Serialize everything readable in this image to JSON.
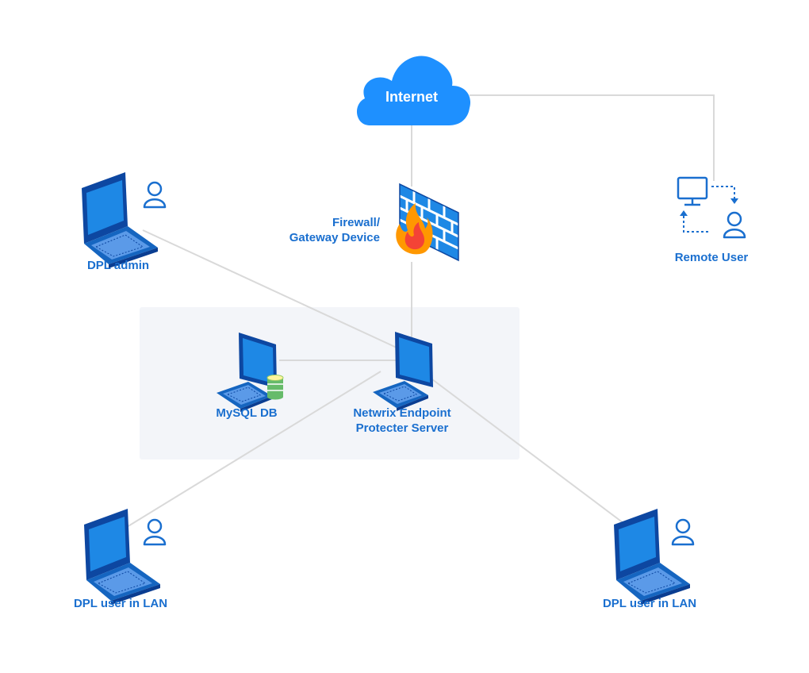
{
  "colors": {
    "primary": "#1a6fcf",
    "device_dark": "#0d47a1",
    "device_mid": "#1565c0",
    "screen": "#1e88e5",
    "cloud": "#1e90ff",
    "zone_background": "#f3f5f9",
    "connector": "#d9d9d9"
  },
  "nodes": {
    "internet": {
      "label": "Internet",
      "icon": "cloud-icon"
    },
    "firewall": {
      "label_line1": "Firewall/",
      "label_line2": "Gateway Device",
      "icon": "firewall-icon"
    },
    "dpl_admin": {
      "label": "DPL admin",
      "icon": "laptop-user-icon"
    },
    "remote_user": {
      "label": "Remote User",
      "icon": "remote-desktop-user-icon"
    },
    "mysql_db": {
      "label": "MySQL DB",
      "icon": "desktop-database-icon"
    },
    "server": {
      "label_line1": "Netwrix Endpoint",
      "label_line2": "Protecter Server",
      "icon": "desktop-server-icon"
    },
    "lan_user_left": {
      "label": "DPL user in LAN",
      "icon": "laptop-user-icon"
    },
    "lan_user_right": {
      "label": "DPL user in LAN",
      "icon": "laptop-user-icon"
    }
  }
}
